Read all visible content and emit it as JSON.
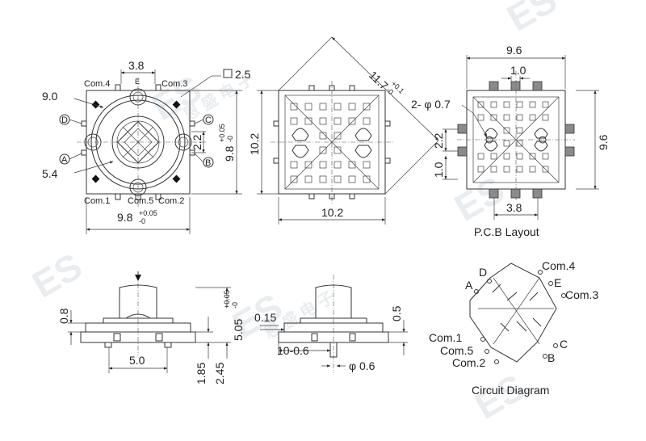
{
  "watermark": {
    "brand": "ES",
    "chinese": "恩 盛 电 子"
  },
  "top_view": {
    "labels": {
      "com4": "Com.4",
      "e": "E",
      "com3": "Com.3",
      "com1": "Com.1",
      "com5": "Com.5",
      "com2": "Com.2",
      "pin_a": "A",
      "pin_b": "B",
      "pin_c": "C",
      "pin_d": "D"
    },
    "dims": {
      "d38": "3.8",
      "sq25": "2.5",
      "phi90": "9.0",
      "phi54": "5.4",
      "d22": "2.2",
      "w98": "9.8",
      "tol_plus": "+0.05",
      "tol_minus": "-0",
      "h98": "9.8"
    }
  },
  "middle_view": {
    "dims": {
      "h102": "10.2",
      "w102": "10.2",
      "diag": "11.7",
      "tol_plus": "+0.1",
      "tol_minus": "-0"
    }
  },
  "pcb_layout": {
    "title": "P.C.B Layout",
    "dims": {
      "w96": "9.6",
      "d10": "1.0",
      "holes": "2- φ 0.7",
      "d22": "2.2",
      "d10v": "1.0",
      "h96": "9.6",
      "d38": "3.8"
    }
  },
  "side_view_left": {
    "dims": {
      "h08": "0.8",
      "w50": "5.0",
      "h185": "1.85",
      "h245": "2.45",
      "h505": "5.05",
      "tol_plus": "+0.05",
      "tol_minus": "-0"
    }
  },
  "side_view_right": {
    "dims": {
      "d015": "0.15",
      "d05": "0.5",
      "range": "10-0.6",
      "phi06": "φ 0.6"
    }
  },
  "circuit_diagram": {
    "title": "Circuit Diagram",
    "labels": {
      "d": "D",
      "a": "A",
      "com4": "Com.4",
      "e": "E",
      "com3": "Com.3",
      "com1": "Com.1",
      "com5": "Com.5",
      "com2": "Com.2",
      "c": "C",
      "b": "B"
    }
  }
}
